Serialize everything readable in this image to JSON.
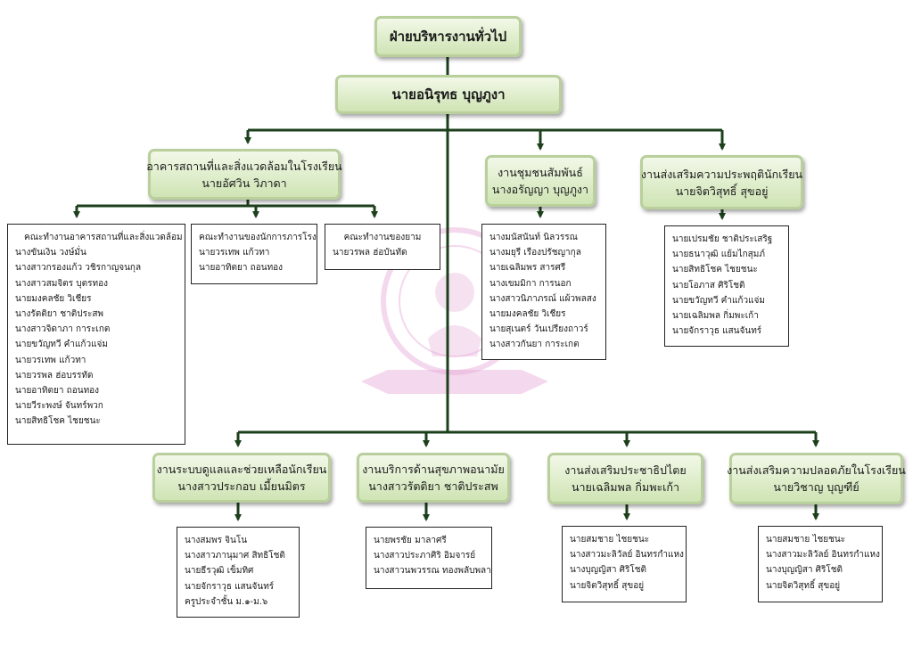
{
  "top": {
    "title": "ฝ่ายบริหารงานทั่วไป",
    "head": "นายอนิรุทธ บุญภูงา"
  },
  "units": [
    {
      "title": "อาคารสถานที่และสิ่งแวดล้อมในโรงเรียน",
      "person": "นายอัศวิน วิภาดา"
    },
    {
      "title": "งานชุมชนสัมพันธ์",
      "person": "นางอรัญญา บุญภูงา"
    },
    {
      "title": "งานส่งเสริมความประพฤตินักเรียน",
      "person": "นายจิตวิสุทธิ์ สุขอยู่"
    },
    {
      "title": "งานระบบดูแลและช่วยเหลือนักเรียน",
      "person": "นางสาวประกอบ เมี้ยนมิตร"
    },
    {
      "title": "งานบริการด้านสุขภาพอนามัย",
      "person": "นางสาวรัตติยา ชาติประสพ"
    },
    {
      "title": "งานส่งเสริมประชาธิปไตย",
      "person": "นายเฉลิมพล กิ่มพะเก้า"
    },
    {
      "title": "งานส่งเสริมความปลอดภัยในโรงเรียน",
      "person": "นายวิชาญ บุญฑีย์"
    }
  ],
  "lists": {
    "facilities": {
      "header": "คณะทำงานอาคารสถานที่และสิ่งแวดล้อม",
      "items": [
        "นางขันเงิน วงษ์มั่น",
        "นางสาวกรองแก้ว วชิรกาญจนกุล",
        "นางสาวสมจิตร บุตรทอง",
        "นายมงคลชัย วิเชียร",
        "นางรัตติยา ชาติประสพ",
        "นางสาวจิดาภา การะเกต",
        "นายขวัญทวี คำแก้วแจ่ม",
        "นายวรเทพ แก้วทา",
        "นายวรพล ฮ่อบรรทัด",
        "นายอาทิตยา ถอนทอง",
        "นายวีระพงษ์ จันทร์พวก",
        "นายสิทธิโชค ไชยชนะ"
      ]
    },
    "janitors": {
      "header": "คณะทำงานของนักการภารโรง",
      "items": [
        "นายวรเทพ แก้วทา",
        "นายอาทิตยา ถอนทอง"
      ]
    },
    "guards": {
      "header": "คณะทำงานของยาม",
      "items": [
        "นายวรพล ฮ่อบันทัด"
      ]
    },
    "community": {
      "items": [
        "นางมนัสนันท์ นิลวรรณ",
        "นางมยุรี เรืองปรัชญากุล",
        "นายเฉลิมพร สารศรี",
        "นางเขมมิกา การนอก",
        "นางสาวนิภาภรณ์ แผ้วพลสง",
        "นายมงคลชัย วิเชียร",
        "นายสุเนตร์ วันเปรียงถาวร์",
        "นางสาวกันยา การะเกต"
      ]
    },
    "behavior": {
      "items": [
        "นายเปรมชัย ชาติประเสริฐ",
        "นายธนาวุฒิ แย้มไกสุมภ์",
        "นายสิทธิโชค ไชยชนะ",
        "นายโอภาส ศิริโชติ",
        "นายขวัญทวี คำแก้วแจ่ม",
        "นายเฉลิมพล กิ่มพะเก้า",
        "นายจักราวุธ แสนจันทร์"
      ]
    },
    "care": {
      "items": [
        "นางสมพร จินโน",
        "นางสาวภานุมาศ สิทธิโชติ",
        "นายธีรวุฒิ เข็มทิศ",
        "นายจักราวุธ แสนจันทร์",
        "ครูประจำชั้น ม.๑-ม.๖"
      ]
    },
    "health": {
      "items": [
        "นายพรชัย มาลาศรี",
        "นางสาวประภาศิริ อิมจารย์",
        "นางสาวนพวรรณ ทองพลับพลา"
      ]
    },
    "democracy": {
      "items": [
        "นายสมชาย ไชยชนะ",
        "นางสาวมะลิวัลย์ อินทรกำแหง",
        "นางบุญญิสา ศิริโชติ",
        "นายจิตวิสุทธิ์ สุขอยู่"
      ]
    },
    "safety": {
      "items": [
        "นายสมชาย ไชยชนะ",
        "นางสาวมะลิวัลย์ อินทรกำแหง",
        "นางบุญญิสา ศิริโชติ",
        "นายจิตวิสุทธิ์ สุขอยู่"
      ]
    }
  },
  "colors": {
    "line": "#1c3f1c",
    "box_border": "#b9cf9c",
    "box_fill_top": "#f2f8e8",
    "box_fill_bottom": "#cfe4b4",
    "watermark": "#e6a9d6"
  },
  "icons": {
    "watermark": "school-seal-watermark"
  }
}
